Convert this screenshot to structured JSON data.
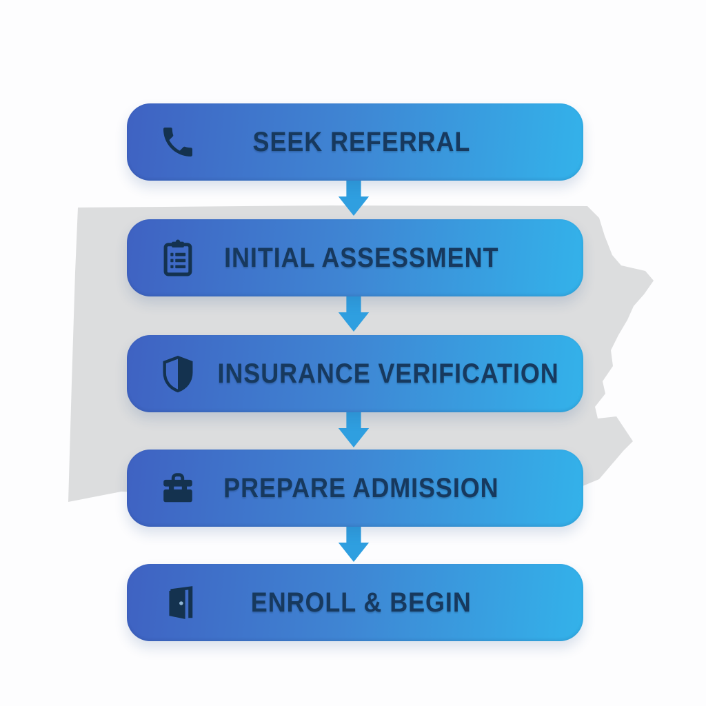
{
  "flowchart": {
    "type": "vertical-process-flow",
    "steps": [
      {
        "label": "SEEK REFERRAL",
        "icon": "phone-icon"
      },
      {
        "label": "INITIAL ASSESSMENT",
        "icon": "clipboard-checklist-icon"
      },
      {
        "label": "INSURANCE VERIFICATION",
        "icon": "shield-icon"
      },
      {
        "label": "PREPARE ADMISSION",
        "icon": "toolbox-icon"
      },
      {
        "label": "ENROLL & BEGIN",
        "icon": "door-open-icon"
      }
    ],
    "connector_icon": "down-arrow-icon",
    "background_shape": "state-map-silhouette",
    "colors": {
      "step_gradient_start": "#3f62c2",
      "step_gradient_end": "#33b2ea",
      "arrow": "#2f9fe0",
      "label_text": "#17395e",
      "icon": "#14324f",
      "silhouette": "#dadbdc",
      "background": "#fdfdfe"
    }
  }
}
